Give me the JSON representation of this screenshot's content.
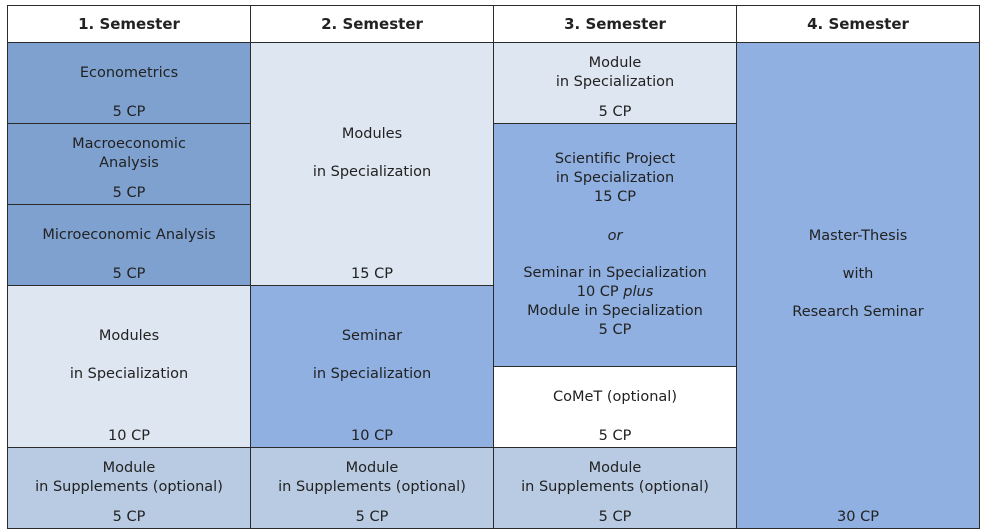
{
  "headers": [
    "1. Semester",
    "2. Semester",
    "3. Semester",
    "4. Semester"
  ],
  "semester1": {
    "econometrics": {
      "title": "Econometrics",
      "cp": "5 CP"
    },
    "macro": {
      "line1": "Macroeconomic",
      "line2": "Analysis",
      "cp": "5 CP"
    },
    "micro": {
      "title": "Microeconomic Analysis",
      "cp": "5 CP"
    },
    "modules": {
      "line1": "Modules",
      "line2": "in Specialization",
      "cp": "10 CP"
    },
    "supplements": {
      "line1": "Module",
      "line2": "in Supplements (optional)",
      "cp": "5 CP"
    }
  },
  "semester2": {
    "modules": {
      "line1": "Modules",
      "line2": "in Specialization",
      "cp": "15 CP"
    },
    "seminar": {
      "line1": "Seminar",
      "line2": "in Specialization",
      "cp": "10 CP"
    },
    "supplements": {
      "line1": "Module",
      "line2": "in Supplements (optional)",
      "cp": "5 CP"
    }
  },
  "semester3": {
    "module": {
      "line1": "Module",
      "line2": "in Specialization",
      "cp": "5 CP"
    },
    "project": {
      "line1": "Scientific Project",
      "line2": "in Specialization",
      "line3": "15 CP",
      "or": "or",
      "line4": "Seminar in Specialization",
      "line5a": "10 CP",
      "line5b": "plus",
      "line6": "Module in Specialization",
      "line7": "5 CP"
    },
    "comet": {
      "title": "CoMeT (optional)",
      "cp": "5 CP"
    },
    "supplements": {
      "line1": "Module",
      "line2": "in Supplements (optional)",
      "cp": "5 CP"
    }
  },
  "semester4": {
    "thesis": {
      "line1": "Master-Thesis",
      "line2": "with",
      "line3": "Research Seminar",
      "cp": "30 CP"
    }
  }
}
